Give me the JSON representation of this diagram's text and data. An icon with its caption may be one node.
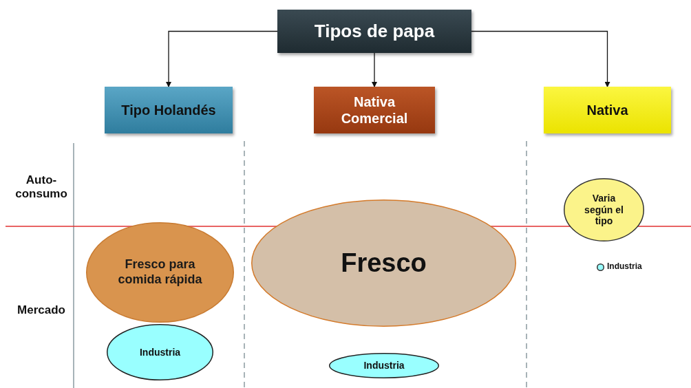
{
  "diagram": {
    "nodes": [
      {
        "text": [
          "Tipos de papa"
        ]
      },
      {
        "text": [
          "Tipo Holandés"
        ]
      },
      {
        "text": [
          "Nativa Comercial"
        ]
      },
      {
        "text": [
          "Nativa"
        ]
      },
      {
        "text": [
          "Fresco para comida rápida"
        ]
      },
      {
        "text": [
          "Industria"
        ]
      },
      {
        "text": [
          "Fresco"
        ]
      },
      {
        "text": [
          "Industria"
        ]
      },
      {
        "text": [
          "Varia según el tipo"
        ]
      },
      {
        "text": [],
        "shape": "circle",
        "beside": [
          "Industria"
        ]
      }
    ],
    "edges": [
      {
        "from": 0,
        "to": 1,
        "arrow": "to"
      },
      {
        "from": 0,
        "to": 2,
        "arrow": "to"
      },
      {
        "from": 0,
        "to": 3,
        "arrow": "to"
      }
    ],
    "labels": [
      "Auto-consumo",
      "Mercado"
    ]
  }
}
